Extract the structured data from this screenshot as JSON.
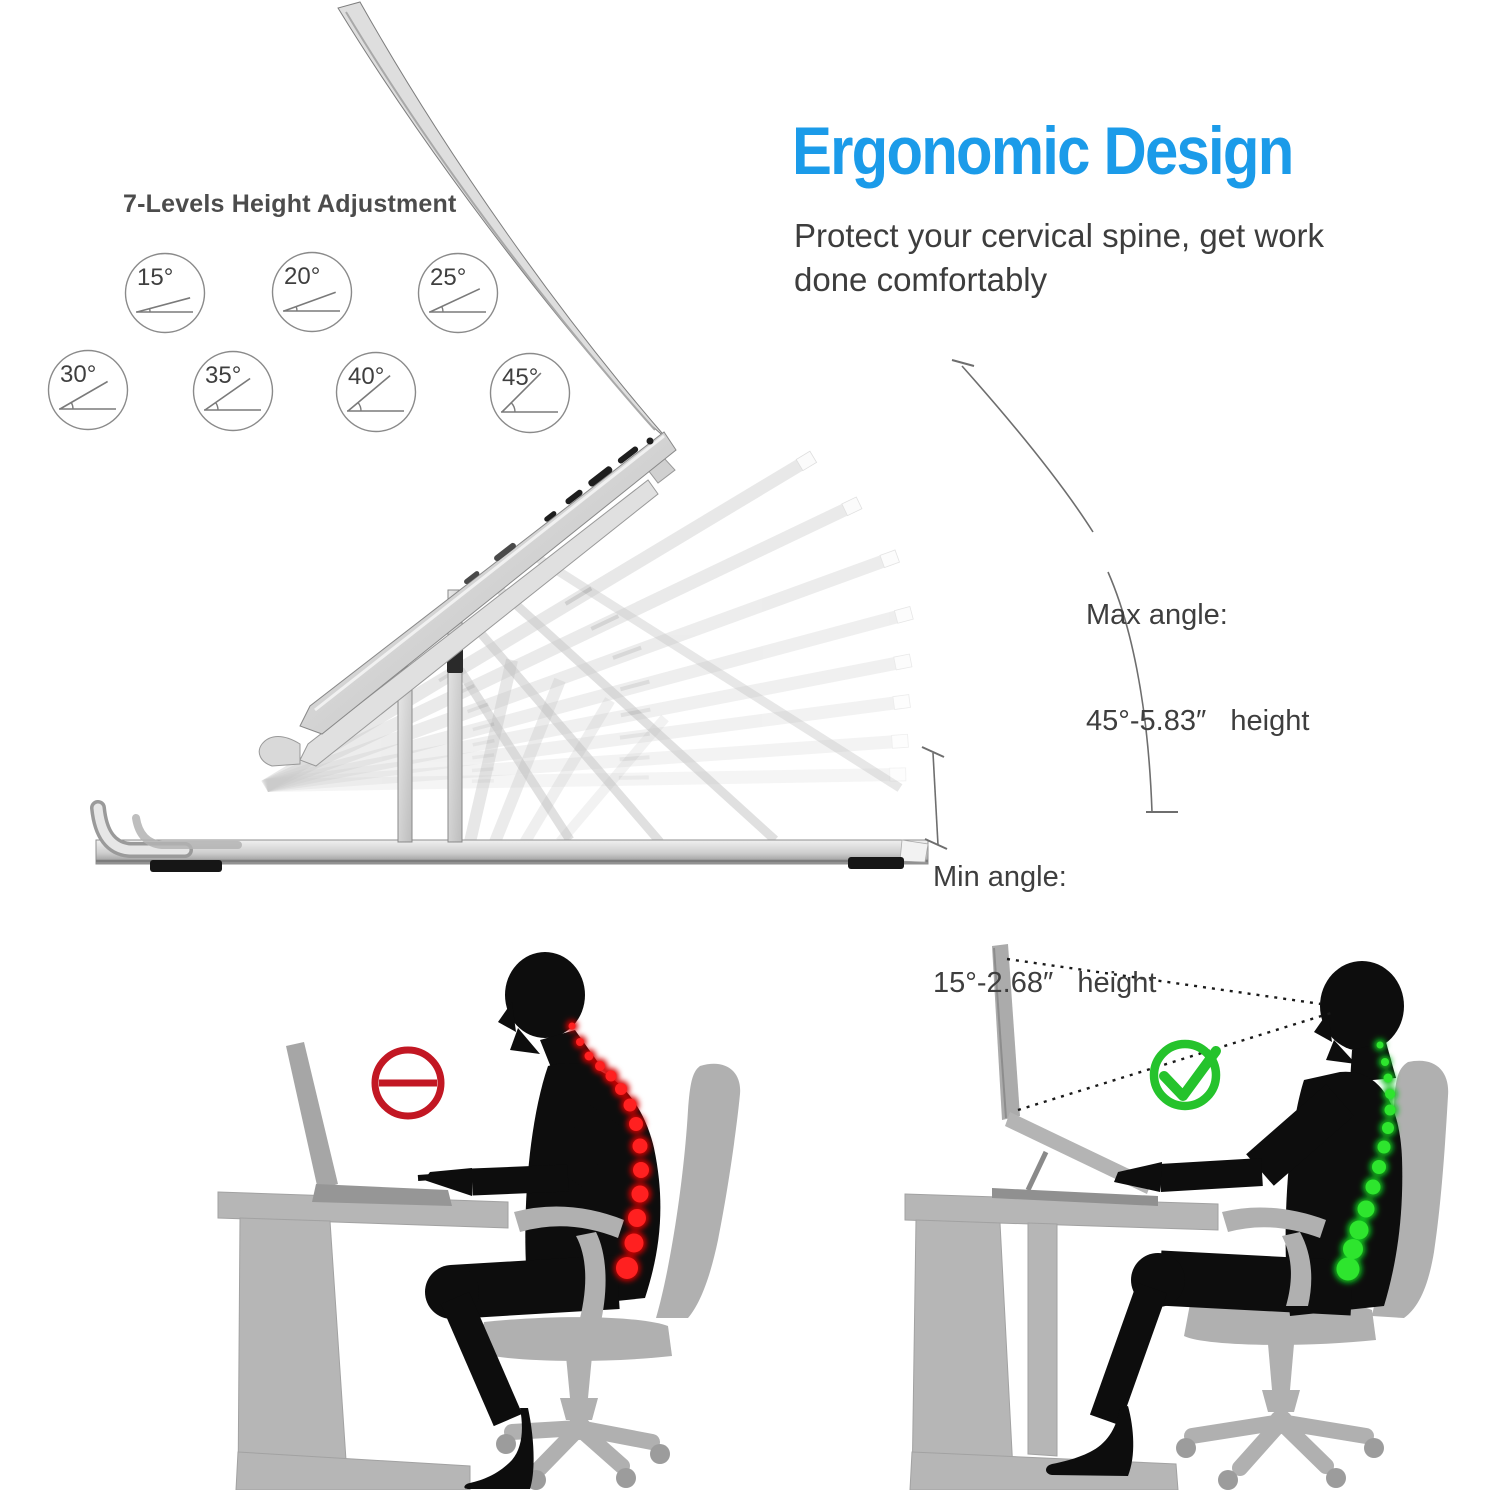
{
  "levels": {
    "title": "7-Levels Height Adjustment",
    "items": [
      {
        "label": "15°",
        "angle": 15
      },
      {
        "label": "20°",
        "angle": 20
      },
      {
        "label": "25°",
        "angle": 25
      },
      {
        "label": "30°",
        "angle": 30
      },
      {
        "label": "35°",
        "angle": 35
      },
      {
        "label": "40°",
        "angle": 40
      },
      {
        "label": "45°",
        "angle": 45
      }
    ]
  },
  "hero": {
    "heading": "Ergonomic Design",
    "subtitle_line1": "Protect your cervical spine, get work",
    "subtitle_line2": "done comfortably",
    "accent_color": "#1b9be9"
  },
  "dimensions": {
    "max_label_line1": "Max angle:",
    "max_label_line2": "45°-5.83″   height",
    "min_label_line1": "Min angle:",
    "min_label_line2": "15°-2.68″   height"
  },
  "posture": {
    "bad_spine_color": "#e01010",
    "good_spine_color": "#27c32a",
    "no_symbol_color": "#c21723",
    "check_color": "#25c32c"
  }
}
